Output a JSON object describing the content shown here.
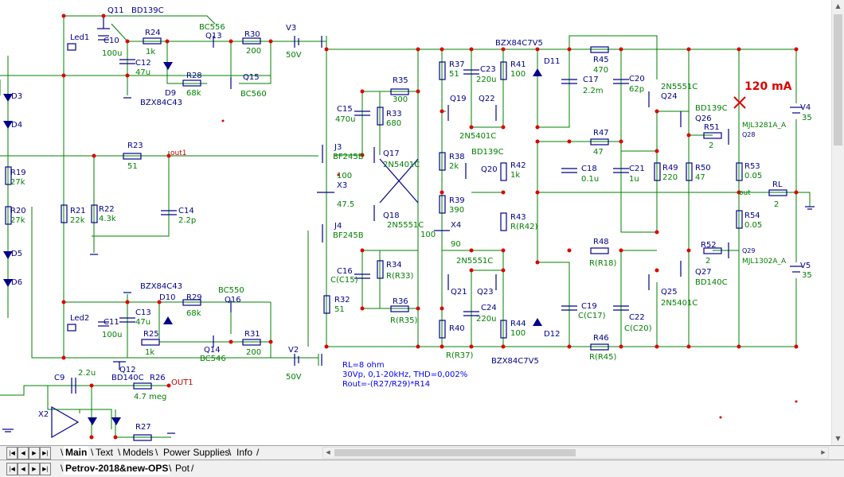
{
  "schematic": {
    "labels": {
      "q11": "Q11",
      "q11_type": "BD139C",
      "led1": "Led1",
      "c10": "C10",
      "c10_val": "100u",
      "r24": "R24",
      "r24_val": "1k",
      "q13": "Q13",
      "q13_type": "BC556",
      "r30": "R30",
      "r30_val": "200",
      "v3": "V3",
      "v3_val": "50V",
      "c12": "C12",
      "c12_val": "47u",
      "d9": "D9",
      "d9_type": "BZX84C43",
      "r28": "R28",
      "r28_val": "68k",
      "q15": "Q15",
      "q15_type": "BC560",
      "d3": "D3",
      "d4": "D4",
      "d5": "D5",
      "d6": "D6",
      "r19": "R19",
      "r19_val": "27k",
      "r20": "R20",
      "r20_val": "27k",
      "r23": "R23",
      "r23_val": "51",
      "out1_net": "out1",
      "r21": "R21",
      "r21_val": "22k",
      "r22": "R22",
      "r22_val": "4.3k",
      "c14": "C14",
      "c14_val": "2.2p",
      "d10_type": "BZX84C43",
      "d10": "D10",
      "r29": "R29",
      "r29_val": "68k",
      "q16": "Q16",
      "q16_type": "BC550",
      "led2": "Led2",
      "c13": "C13",
      "c13_val": "47u",
      "c11": "C11",
      "c11_val": "100u",
      "r25": "R25",
      "r25_val": "1k",
      "q14": "Q14",
      "q14_type": "BC546",
      "r31": "R31",
      "r31_val": "200",
      "v2": "V2",
      "v2_val": "50V",
      "q12": "Q12",
      "q12_type": "BD140C",
      "r26": "R26",
      "r26_val": "4.7 meg",
      "out1_label": "OUT1",
      "c9": "C9",
      "c9_val": "2.2u",
      "x2": "X2",
      "r27": "R27",
      "j3": "J3",
      "j3_type": "BF245B",
      "x3": "X3",
      "x3_val1": "100",
      "x3_val2": "47.5",
      "j4": "J4",
      "j4_type": "BF245B",
      "c15": "C15",
      "c15_val": "470u",
      "r35": "R35",
      "r35_val": "300",
      "r33": "R33",
      "r33_val": "680",
      "q17": "Q17",
      "q17_type": "2N5401C",
      "q18": "Q18",
      "q18_type": "2N5551C",
      "c16": "C16",
      "c16_val": "C(C15)",
      "r34": "R34",
      "r34_val": "R(R33)",
      "r32": "R32",
      "r32_val": "51",
      "r36": "R36",
      "r36_val": "R(R35)",
      "r37": "R37",
      "r37_val": "51",
      "c23": "C23",
      "c23_val": "220u",
      "r41": "R41",
      "r41_val": "100",
      "d11": "D11",
      "d11_type": "BZX84C7V5",
      "q19": "Q19",
      "q22": "Q22",
      "q19_type": "2N5401C",
      "q20_type": "BD139C",
      "r38": "R38",
      "r38_val": "2k",
      "q20": "Q20",
      "r42": "R42",
      "r42_val": "1k",
      "r39": "R39",
      "r39_val": "390",
      "x4": "X4",
      "x4_val1": "100",
      "x4_val2": "90",
      "r43": "R43",
      "r43_val": "R(R42)",
      "q21_type": "2N5551C",
      "q21": "Q21",
      "q23": "Q23",
      "c24": "C24",
      "c24_val": "220u",
      "r40": "R40",
      "r40_val": "R(R37)",
      "r44": "R44",
      "r44_val": "100",
      "d12": "D12",
      "d12_type": "BZX84C7V5",
      "r45": "R45",
      "r45_val": "470",
      "c17": "C17",
      "c17_val": "2.2m",
      "c20": "C20",
      "c20_val": "62p",
      "q24": "Q24",
      "q24_type": "2N5551C",
      "q26": "Q26",
      "q26_type": "BD139C",
      "r47": "R47",
      "r47_val": "47",
      "r51": "R51",
      "r51_val": "2",
      "q28": "Q28",
      "q28_type": "MJL3281A_A",
      "c18": "C18",
      "c18_val": "0.1u",
      "c21": "C21",
      "c21_val": "1u",
      "r49": "R49",
      "r49_val": "220",
      "r50": "R50",
      "r50_val": "47",
      "r53": "R53",
      "r53_val": "0.05",
      "rl": "RL",
      "rl_val": "2",
      "out_net": "out",
      "r54": "R54",
      "r54_val": "0.05",
      "r48": "R48",
      "r48_val": "R(R18)",
      "r52": "R52",
      "r52_val": "2",
      "q29": "Q29",
      "q29_type": "MJL1302A_A",
      "q27": "Q27",
      "q27_type": "BD140C",
      "q25": "Q25",
      "q25_type": "2N5401C",
      "c19": "C19",
      "c19_val": "C(C17)",
      "c22": "C22",
      "c22_val": "C(C20)",
      "r46": "R46",
      "r46_val": "R(R45)",
      "v4": "V4",
      "v4_val": "35",
      "v5": "V5",
      "v5_val": "35"
    },
    "annotation": "120 mA",
    "notes": [
      "RL=8 ohm",
      "30Vp, 0,1-20kHz, THD=0,002%",
      "Rout=-(R27/R29)*R14"
    ]
  },
  "colors": {
    "wire": "#008000",
    "component": "#00008b",
    "node": "#e00000",
    "annotation": "#e00000",
    "note": "#0000ff"
  },
  "tabs": {
    "row1": [
      {
        "label": "Main",
        "active": true
      },
      {
        "label": "Text"
      },
      {
        "label": "Models"
      },
      {
        "label": "Power Supplies"
      },
      {
        "label": "Info"
      }
    ],
    "row2": [
      {
        "label": "Petrov-2018&new-OPS",
        "active": true
      },
      {
        "label": "Pot"
      }
    ]
  }
}
